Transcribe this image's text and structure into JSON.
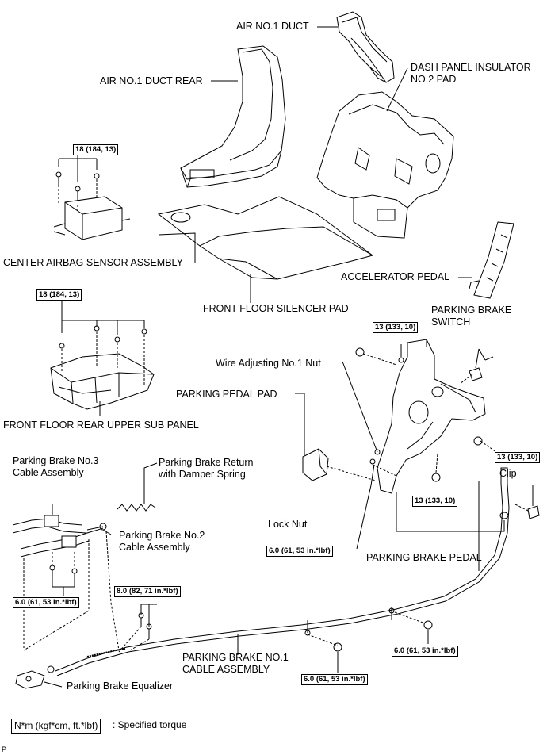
{
  "labels": {
    "air_no1_duct": "AIR NO.1 DUCT",
    "air_no1_duct_rear": "AIR NO.1 DUCT REAR",
    "dash_panel_insulator": "DASH PANEL INSULATOR\nNO.2 PAD",
    "center_airbag_sensor": "CENTER AIRBAG SENSOR ASSEMBLY",
    "accelerator_pedal": "ACCELERATOR PEDAL",
    "front_floor_silencer_pad": "FRONT FLOOR SILENCER PAD",
    "parking_brake_switch": "PARKING BRAKE\nSWITCH",
    "wire_adjusting_nut": "Wire Adjusting No.1 Nut",
    "parking_pedal_pad": "PARKING PEDAL PAD",
    "front_floor_rear_upper_sub_panel": "FRONT FLOOR REAR UPPER SUB PANEL",
    "parking_brake_no3_cable": "Parking Brake No.3\nCable Assembly",
    "parking_brake_return_spring": "Parking Brake Return\nwith Damper Spring",
    "clip": "Clip",
    "lock_nut": "Lock Nut",
    "parking_brake_no2_cable": "Parking Brake No.2\nCable Assembly",
    "parking_brake_pedal": "PARKING BRAKE PEDAL",
    "parking_brake_no1_cable": "PARKING BRAKE NO.1\nCABLE ASSEMBLY",
    "parking_brake_equalizer": "Parking Brake Equalizer"
  },
  "torques": {
    "airbag_sensor": "18 (184, 13)",
    "sub_panel": "18 (184, 13)",
    "switch_bolt": "13 (133, 10)",
    "pedal_nut_right": "13 (133, 10)",
    "pedal_nut_lower": "13 (133, 10)",
    "lock_nut": "6.0 (61, 53 in.*lbf)",
    "cable_left": "6.0 (61, 53 in.*lbf)",
    "cable_bolts": "8.0 (82, 71 in.*lbf)",
    "cable_right": "6.0 (61, 53 in.*lbf)",
    "cable_center": "6.0 (61, 53 in.*lbf)"
  },
  "legend": {
    "box": "N*m (kgf*cm, ft.*lbf)",
    "text": ": Specified torque"
  },
  "corner_mark": "P"
}
